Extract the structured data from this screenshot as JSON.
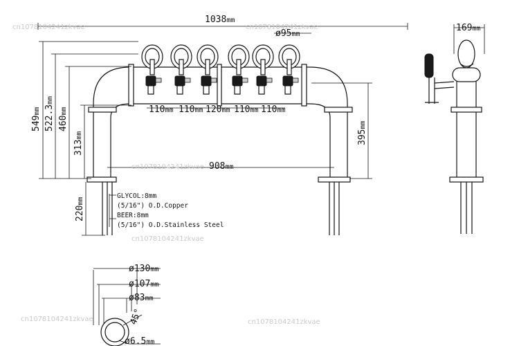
{
  "dimensions": {
    "total_width": "1038",
    "total_width_unit": "mm",
    "handle_dia": "ø95",
    "handle_dia_unit": "mm",
    "side_width": "169",
    "side_width_unit": "mm",
    "height_549": "549",
    "height_549_unit": "mm",
    "height_522": "522.3",
    "height_522_unit": "mm",
    "height_460": "460",
    "height_460_unit": "mm",
    "height_313": "313",
    "height_313_unit": "mm",
    "height_395": "395",
    "height_395_unit": "mm",
    "shank_220": "220",
    "shank_220_unit": "mm",
    "base_908": "908",
    "base_908_unit": "mm",
    "spacings": [
      "110",
      "110",
      "120",
      "110",
      "110"
    ],
    "spacing_unit": "mm",
    "d130": "ø130",
    "d107": "ø107",
    "d83": "ø83",
    "d6_5": "ø6.5",
    "diam_unit": "mm",
    "angle": "45°"
  },
  "notes": {
    "glycol_line1": "GLYCOL:8mm",
    "glycol_line2": "(5/16\") O.D.Copper",
    "beer_line1": "BEER:8mm",
    "beer_line2": "(5/16\") O.D.Stainless Steel"
  },
  "watermark": "cn1078104241zkvae"
}
